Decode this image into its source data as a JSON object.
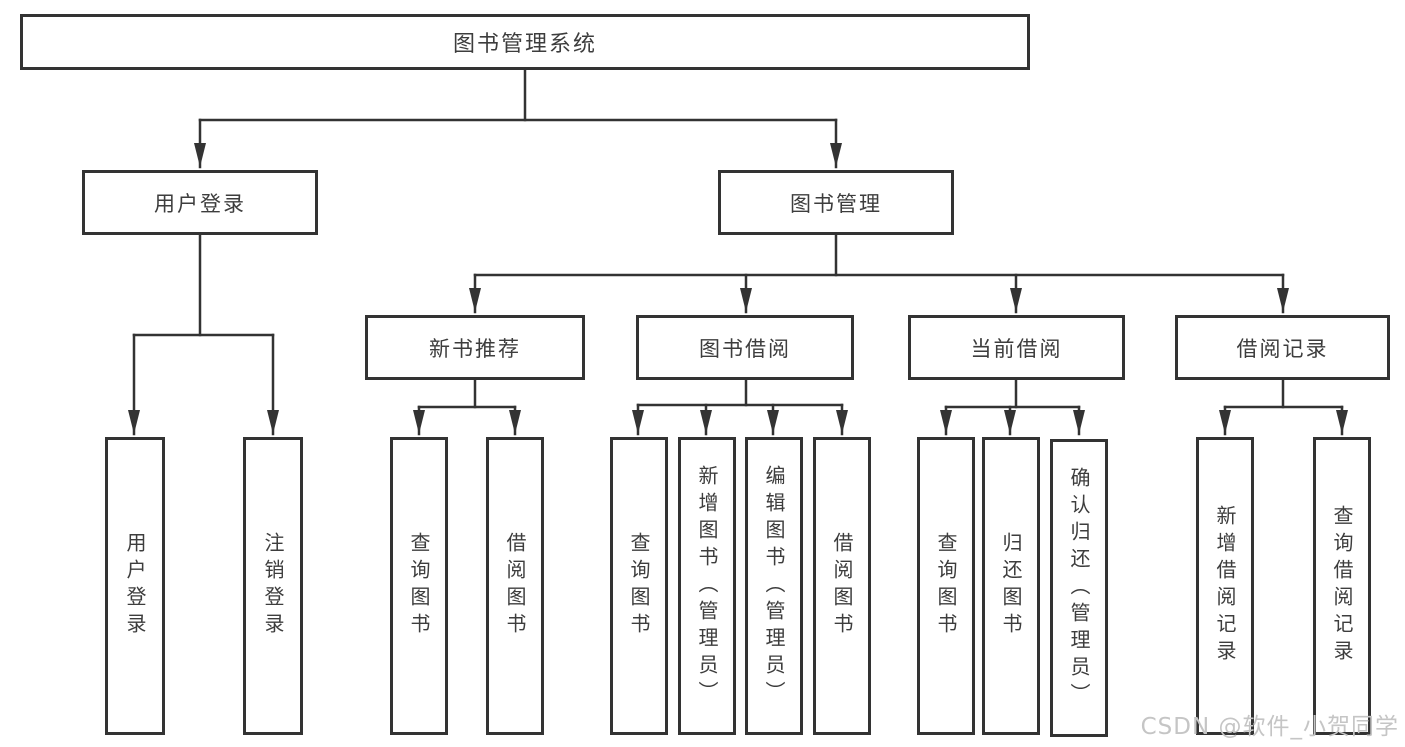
{
  "diagram": {
    "root": {
      "label": "图书管理系统"
    },
    "user_login": {
      "label": "用户登录",
      "children": [
        {
          "label": "用户登录"
        },
        {
          "label": "注销登录"
        }
      ]
    },
    "book_mgmt": {
      "label": "图书管理"
    },
    "sections": [
      {
        "label": "新书推荐",
        "children": [
          {
            "label": "查询图书"
          },
          {
            "label": "借阅图书"
          }
        ]
      },
      {
        "label": "图书借阅",
        "children": [
          {
            "label": "查询图书"
          },
          {
            "label": "新增图书（管理员）"
          },
          {
            "label": "编辑图书（管理员）"
          },
          {
            "label": "借阅图书"
          }
        ]
      },
      {
        "label": "当前借阅",
        "children": [
          {
            "label": "查询图书"
          },
          {
            "label": "归还图书"
          },
          {
            "label": "确认归还（管理员）"
          }
        ]
      },
      {
        "label": "借阅记录",
        "children": [
          {
            "label": "新增借阅记录"
          },
          {
            "label": "查询借阅记录"
          }
        ]
      }
    ]
  },
  "watermark": {
    "text": "CSDN @软件_小贺同学"
  },
  "colors": {
    "line": "#333333",
    "box_border": "#333333",
    "text": "#3d3d3d",
    "background": "#ffffff",
    "watermark": "#c5c5c5"
  }
}
